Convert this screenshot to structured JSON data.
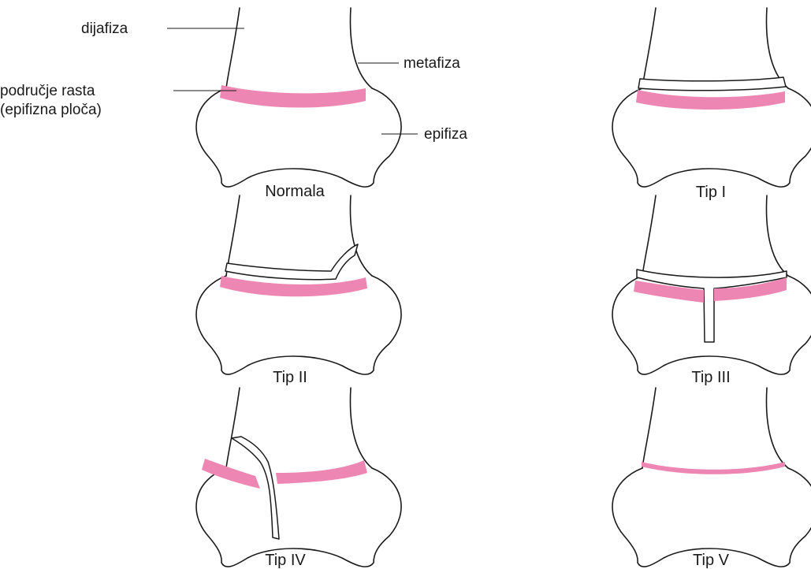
{
  "labels": {
    "diaphysis": "dijafiza",
    "metaphysis": "metafiza",
    "growth_zone_line1": "područje rasta",
    "growth_zone_line2": "(epifizna ploča)",
    "epiphysis": "epifiza"
  },
  "panels": [
    {
      "caption": "Normala"
    },
    {
      "caption": "Tip I"
    },
    {
      "caption": "Tip II"
    },
    {
      "caption": "Tip III"
    },
    {
      "caption": "Tip IV"
    },
    {
      "caption": "Tip V"
    }
  ],
  "colors": {
    "growth_plate": "#ee86b3",
    "outline": "#1a1a1a",
    "background": "#ffffff"
  }
}
